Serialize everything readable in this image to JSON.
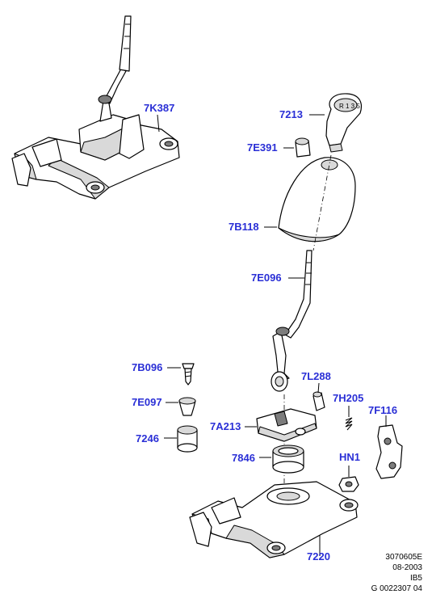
{
  "callouts": {
    "c7K387": "7K387",
    "c7213": "7213",
    "c7E391": "7E391",
    "c7B118": "7B118",
    "c7E096": "7E096",
    "c7B096": "7B096",
    "c7L288": "7L288",
    "c7E097": "7E097",
    "c7H205": "7H205",
    "c7F116": "7F116",
    "c7246": "7246",
    "c7A213": "7A213",
    "c7846": "7846",
    "cHN1": "HN1",
    "c7220": "7220"
  },
  "footer": {
    "line1": "3070605E",
    "line2": "08-2003",
    "line3": "IB5",
    "line4": "G 0022307 04"
  },
  "colors": {
    "callout": "#2a2fd6",
    "line": "#000000",
    "shade": "#d9d9d9"
  }
}
